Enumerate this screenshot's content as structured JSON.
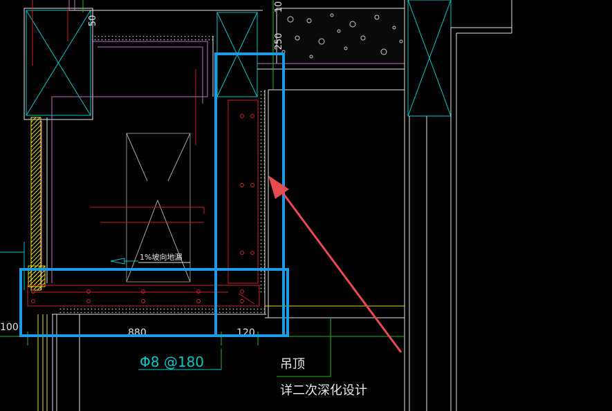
{
  "drawing": {
    "dims": {
      "top_50": "50",
      "top_10": "10",
      "top_250": "250",
      "bottom_100": "100",
      "bottom_880": "880",
      "bottom_120": "120"
    },
    "slope_note": "1%坡向地漏",
    "rebar_spec": "Φ8 @180",
    "note_ceiling": "吊顶",
    "note_detail": "详二次深化设计"
  },
  "colors": {
    "background": "#000000",
    "highlight_box": "#1e9be6",
    "arrow": "#e84b50",
    "cyan": "#00c8c8",
    "magenta": "#c070c0",
    "red": "#d02020",
    "yellow": "#e8e020",
    "green": "#20c020",
    "white": "#e6e6e6"
  }
}
